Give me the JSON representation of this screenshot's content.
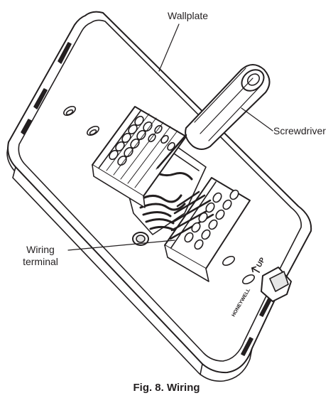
{
  "callouts": {
    "wallplate": "Wallplate",
    "screwdriver": "Screwdriver",
    "wiring_terminal_line1": "Wiring",
    "wiring_terminal_line2": "terminal"
  },
  "plate_markings": {
    "up_arrow": "UP",
    "side_text": "HONEYWELL"
  },
  "caption": "Fig. 8. Wiring",
  "colors": {
    "line": "#231f20",
    "fill": "#ffffff",
    "shade": "#e6e6e6"
  }
}
